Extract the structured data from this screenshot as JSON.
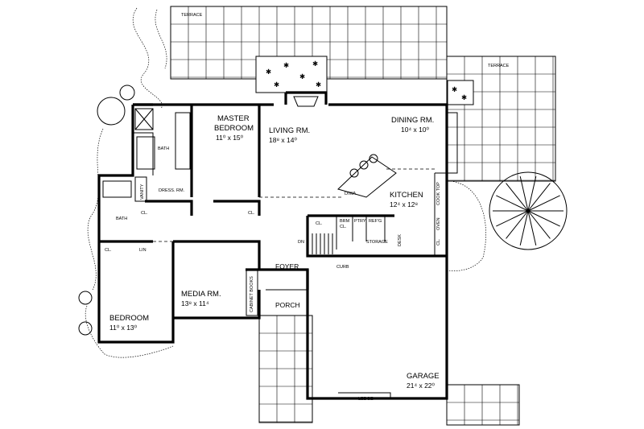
{
  "labels": {
    "terrace_top": "TERRACE",
    "terrace_right": "TERRACE",
    "master_bedroom_name1": "MASTER",
    "master_bedroom_name2": "BEDROOM",
    "master_bedroom_dims": "11⁰ x 15⁰",
    "living_name": "LIVING RM.",
    "living_dims": "18⁸ x 14⁰",
    "dining_name": "DINING RM.",
    "dining_dims": "10⁴ x 10⁰",
    "bath_upper": "BATH",
    "dress": "DRESS. RM.",
    "vanity": "VANITY",
    "cl_dress": "CL.",
    "cl_master": "CL.",
    "bath_lower": "BATH",
    "cl_bedroom": "CL.",
    "lin": "LIN",
    "kitchen_name": "KITCHEN",
    "kitchen_dims": "12⁴ x 12⁸",
    "cl_hall": "CL.",
    "brm": "BRM",
    "brm_cl": "CL.",
    "ptry": "PTRY",
    "refg": "REF'G",
    "storage": "STORAGE",
    "desk": "DESK",
    "oven": "OVEN",
    "cook_top": "COOK TOP",
    "cl_kitchen": "CL.",
    "dw": "D/WA",
    "dn": "DN",
    "foyer": "FOYER",
    "curb": "CURB",
    "media_name": "MEDIA RM.",
    "media_dims": "13⁸ x 11⁴",
    "cabinet": "CABINET BOOKS",
    "porch": "PORCH",
    "bedroom_name": "BEDROOM",
    "bedroom_dims": "11⁰ x 13⁰",
    "garage_name": "GARAGE",
    "garage_dims": "21⁴ x 22⁰",
    "ledge": "LEDGE"
  }
}
